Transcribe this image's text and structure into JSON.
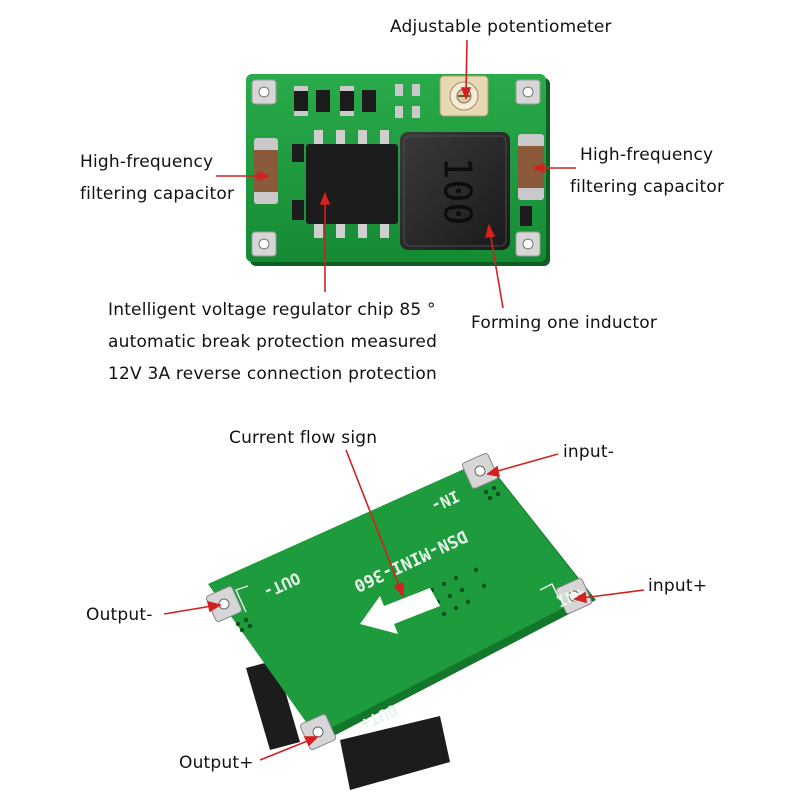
{
  "top_board": {
    "inductor_marking": "100",
    "labels": {
      "potentiometer": "Adjustable potentiometer",
      "cap_left": [
        "High-frequency",
        "filtering capacitor"
      ],
      "cap_right": [
        "High-frequency",
        "filtering capacitor"
      ],
      "chip": [
        "Intelligent voltage regulator chip 85 °",
        "automatic break protection measured",
        "12V 3A reverse connection protection"
      ],
      "inductor": "Forming one inductor"
    }
  },
  "bottom_board": {
    "silkscreen": {
      "model": "DSN-MINI-360",
      "in_minus": "IN-",
      "in_plus": "IN+",
      "out_minus": "OUT-",
      "out_plus": "OUT+"
    },
    "labels": {
      "current_flow": "Current flow sign",
      "input_minus": "input-",
      "input_plus": "input+",
      "output_minus": "Output-",
      "output_plus": "Output+"
    }
  },
  "colors": {
    "pcb_green": "#1e9b3c",
    "pcb_edge": "#13772b",
    "arrow_red": "#d42020",
    "component_black": "#1c1c1c",
    "pad_silver": "#c9c9c9"
  }
}
